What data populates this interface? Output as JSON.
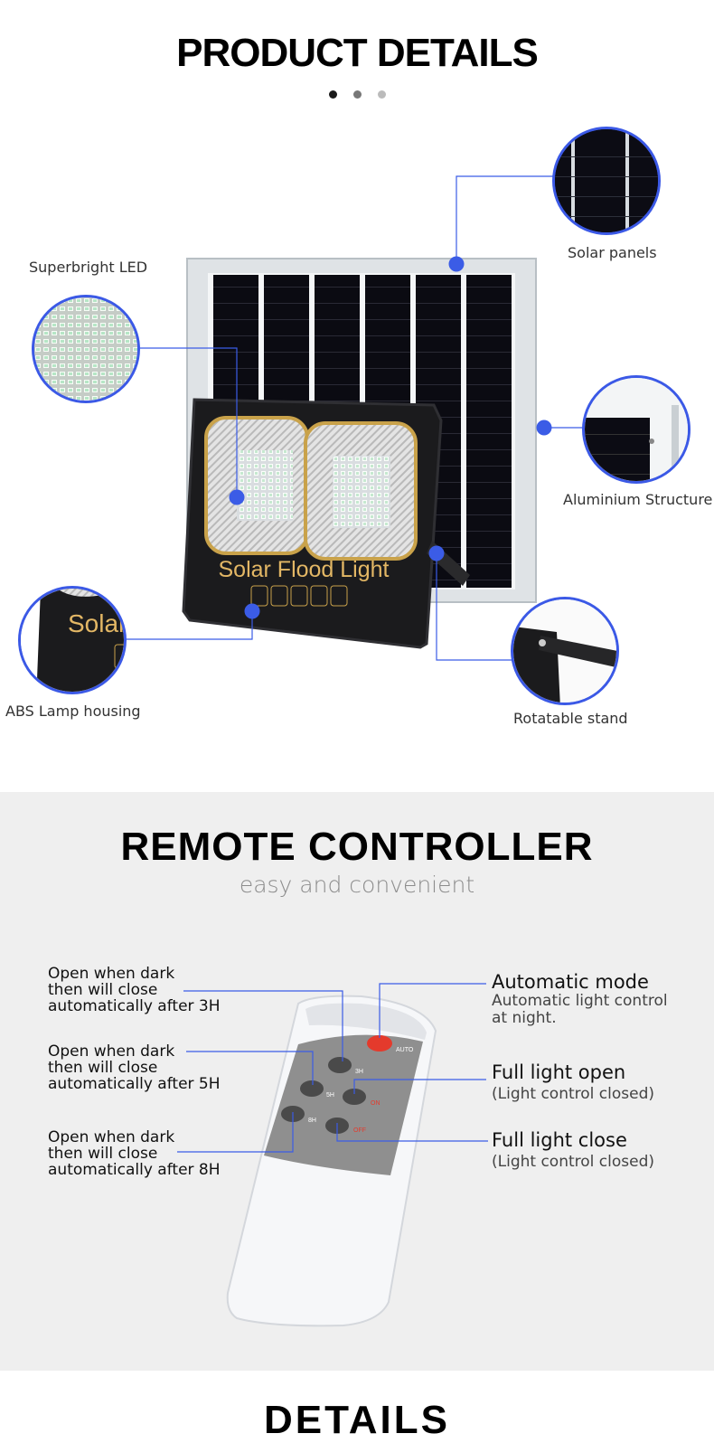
{
  "product_details": {
    "title": "PRODUCT DETAILS",
    "pager_dots": [
      "#1a1a1a",
      "#777777",
      "#bbbbbb"
    ],
    "panel_text": "Solar Flood Light",
    "callouts": {
      "superbright_led": "Superbright LED",
      "solar_panels": "Solar panels",
      "aluminium_structure": "Aluminium Structure",
      "abs_housing": "ABS Lamp housing",
      "rotatable_stand": "Rotatable stand",
      "housing_zoom_text": "Solar"
    },
    "accent_color": "#3b5ce6"
  },
  "remote": {
    "title": "REMOTE CONTROLLER",
    "subtitle": "easy and convenient",
    "left_labels": {
      "h3": {
        "l1": "Open when dark",
        "l2": "then will close",
        "l3": "automatically after 3H"
      },
      "h5": {
        "l1": "Open when dark",
        "l2": "then will close",
        "l3": "automatically after 5H"
      },
      "h8": {
        "l1": "Open when dark",
        "l2": "then will close",
        "l3": "automatically after 8H"
      }
    },
    "right_labels": {
      "auto": {
        "head": "Automatic mode",
        "l1": "Automatic light control",
        "l2": "at night."
      },
      "on": {
        "head": "Full light open",
        "l1": "(Light control closed)"
      },
      "off": {
        "head": "Full light close",
        "l1": "(Light control closed)"
      }
    },
    "buttons": {
      "auto": "AUTO",
      "h3": "3H",
      "h5": "5H",
      "on": "ON",
      "h8": "8H",
      "off": "OFF"
    }
  },
  "details": {
    "title": "DETAILS"
  }
}
